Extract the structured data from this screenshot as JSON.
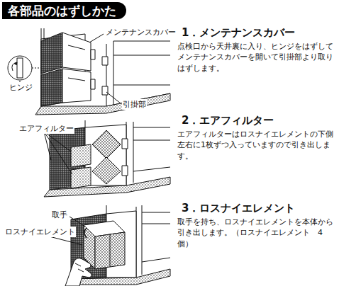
{
  "diagram": {
    "title": "各部品のはずしかた",
    "labels": [
      "メンテナンスカバー",
      "ヒンジ",
      "引掛部",
      "1．メンテナンスカバー",
      "点検口から天井裏に入り、ヒンジをはずしてメンテナンスカバーを開いて引掛部より取りはずします。",
      "エアフィルター",
      "2．エアフィルター",
      "エアフィルターはロスナイエレメントの下側左右に1枚ずつ入っていますので引き出します。",
      "取手",
      "ロスナイエレメント",
      "3．ロスナイエレメント",
      "取手を持ち、ロスナイエレメントを本体から引き出します。（ロスナイエレメント　4個）"
    ]
  }
}
